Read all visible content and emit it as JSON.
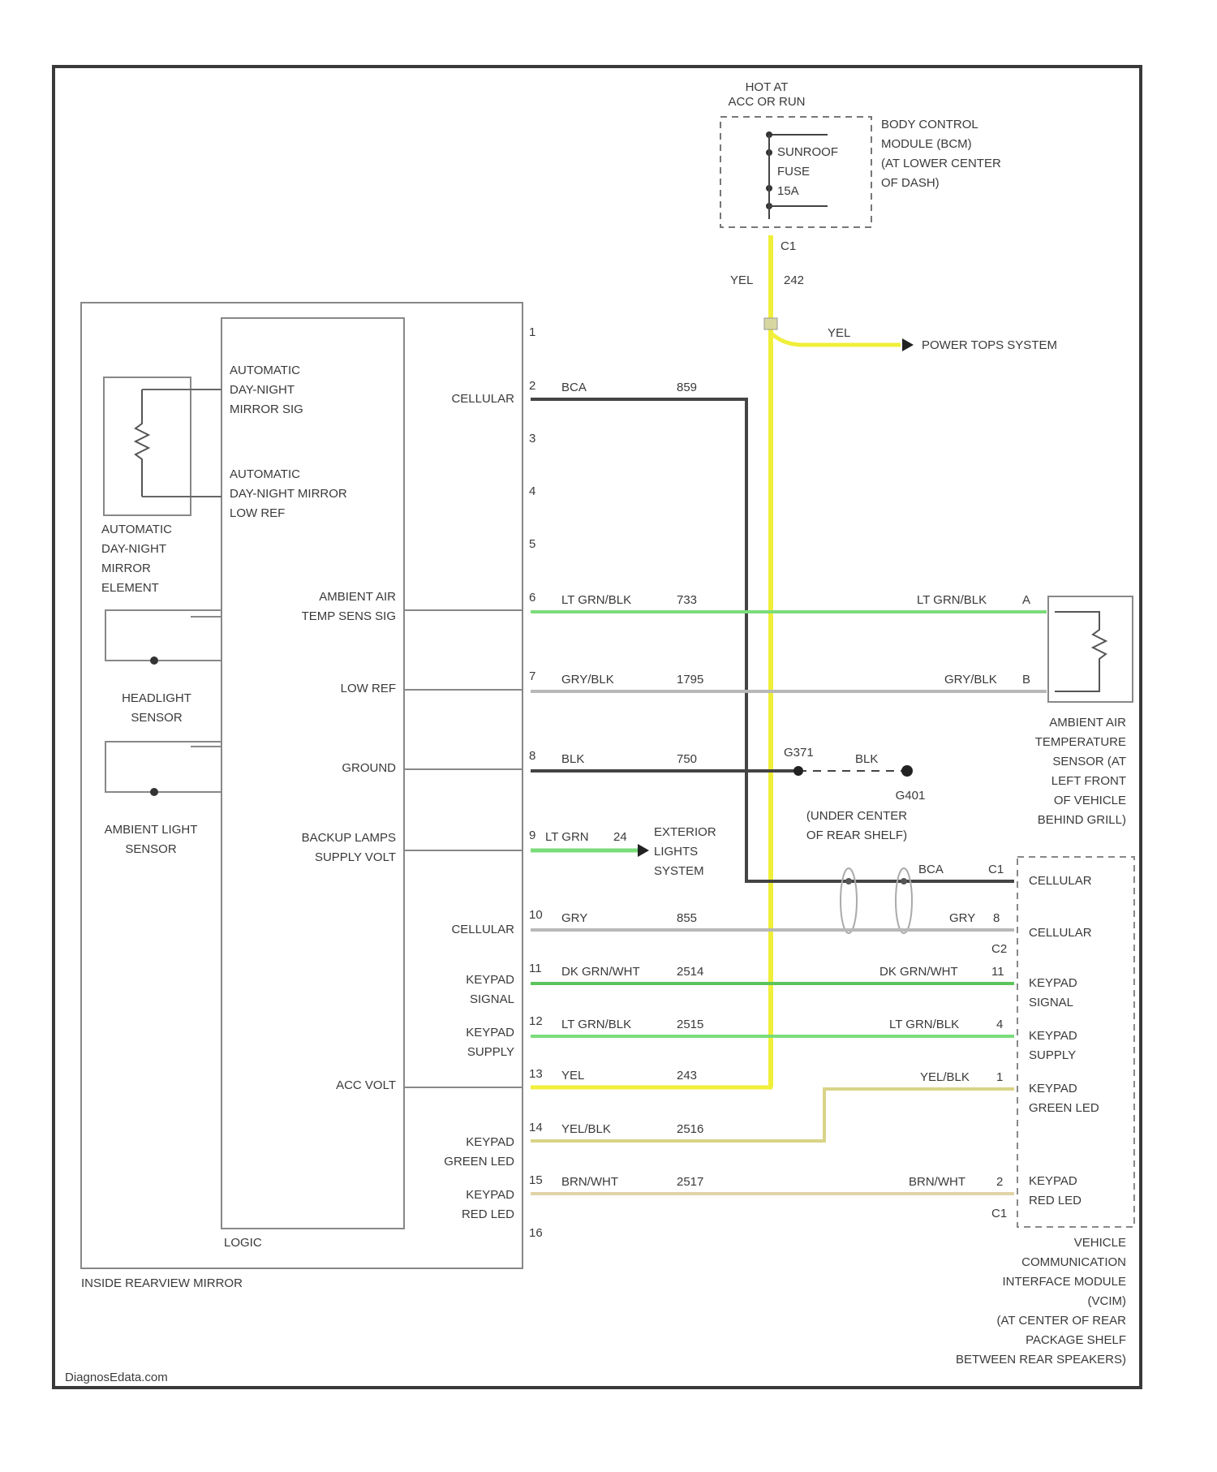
{
  "colors": {
    "frame": "#3a3a3a",
    "box": "#888888",
    "wire_blk": "#444444",
    "wire_gry": "#b8b8b8",
    "wire_yel": "#f0ef3a",
    "wire_grn": "#7bdc7b",
    "wire_dkgrn": "#5cc45c",
    "wire_yelblk": "#d8d488",
    "wire_brnwht": "#e0d4a8"
  },
  "icons": [
    "arrow-connector-icon",
    "ground-icon",
    "resistor-icon",
    "splice-icon"
  ],
  "hot": [
    "HOT AT",
    "ACC OR RUN"
  ],
  "bcm": {
    "label": [
      "BODY CONTROL",
      "MODULE (BCM)",
      "(AT LOWER CENTER",
      "OF DASH)"
    ],
    "fuse": [
      "SUNROOF",
      "FUSE",
      "15A"
    ],
    "pin": "C1",
    "wire": "YEL",
    "circuit": "242"
  },
  "power_tops": {
    "wire": "YEL",
    "label": "POWER TOPS SYSTEM"
  },
  "mirror": {
    "outer_label": "INSIDE REARVIEW MIRROR",
    "logic_label": "LOGIC",
    "element_label": [
      "AUTOMATIC",
      "DAY-NIGHT",
      "MIRROR",
      "ELEMENT"
    ],
    "headlamp_label": [
      "HEADLIGHT",
      "SENSOR"
    ],
    "ambient_label": [
      "AMBIENT LIGHT",
      "SENSOR"
    ],
    "internal_labels": [
      [
        "AUTOMATIC",
        "DAY-NIGHT",
        "MIRROR SIG"
      ],
      [
        "AUTOMATIC",
        "DAY-NIGHT MIRROR",
        "LOW REF"
      ],
      [
        "AMBIENT AIR",
        "TEMP SENS SIG"
      ],
      [
        "LOW REF"
      ],
      [
        "GROUND"
      ],
      [
        "BACKUP LAMPS",
        "SUPPLY VOLT"
      ],
      [
        "ACC VOLT"
      ]
    ]
  },
  "pins": {
    "left": [
      {
        "pin": "1",
        "name": [
          ""
        ]
      },
      {
        "pin": "2",
        "name": [
          "CELLULAR"
        ],
        "wire": "BCA",
        "circuit": "859"
      },
      {
        "pin": "3",
        "name": [
          ""
        ]
      },
      {
        "pin": "4",
        "name": [
          ""
        ]
      },
      {
        "pin": "5",
        "name": [
          ""
        ]
      },
      {
        "pin": "6",
        "name": [
          ""
        ],
        "wire": "LT GRN/BLK",
        "circuit": "733"
      },
      {
        "pin": "7",
        "name": [
          ""
        ],
        "wire": "GRY/BLK",
        "circuit": "1795"
      },
      {
        "pin": "8",
        "name": [
          ""
        ],
        "wire": "BLK",
        "circuit": "750"
      },
      {
        "pin": "9",
        "name": [
          ""
        ],
        "wire": "LT GRN",
        "circuit": "24"
      },
      {
        "pin": "10",
        "name": [
          "CELLULAR"
        ],
        "wire": "GRY",
        "circuit": "855"
      },
      {
        "pin": "11",
        "name": [
          "KEYPAD",
          "SIGNAL"
        ],
        "wire": "DK GRN/WHT",
        "circuit": "2514"
      },
      {
        "pin": "12",
        "name": [
          "KEYPAD",
          "SUPPLY"
        ],
        "wire": "LT GRN/BLK",
        "circuit": "2515"
      },
      {
        "pin": "13",
        "name": [
          ""
        ],
        "wire": "YEL",
        "circuit": "243"
      },
      {
        "pin": "14",
        "name": [
          "KEYPAD",
          "GREEN LED"
        ],
        "wire": "YEL/BLK",
        "circuit": "2516"
      },
      {
        "pin": "15",
        "name": [
          "KEYPAD",
          "RED LED"
        ],
        "wire": "BRN/WHT",
        "circuit": "2517"
      },
      {
        "pin": "16",
        "name": [
          ""
        ]
      }
    ]
  },
  "aat_sensor": {
    "wire_a": "LT GRN/BLK",
    "pin_a": "A",
    "wire_b": "GRY/BLK",
    "pin_b": "B",
    "label": [
      "AMBIENT AIR",
      "TEMPERATURE",
      "SENSOR (AT",
      "LEFT FRONT",
      "OF VEHICLE",
      "BEHIND GRILL)"
    ]
  },
  "ground": {
    "splice": "G371",
    "wire": "BLK",
    "name": "G401",
    "label": [
      "(UNDER CENTER",
      "OF REAR SHELF)"
    ]
  },
  "exterior": {
    "label": [
      "EXTERIOR",
      "LIGHTS",
      "SYSTEM"
    ]
  },
  "vcim": {
    "pins": [
      {
        "wire": "BCA",
        "pin": "C1",
        "name": [
          "CELLULAR"
        ]
      },
      {
        "wire": "GRY",
        "pin": "8",
        "name": [
          "CELLULAR"
        ]
      },
      {
        "wire": "DK GRN/WHT",
        "pin": "11",
        "name": [
          "KEYPAD",
          "SIGNAL"
        ]
      },
      {
        "wire": "LT GRN/BLK",
        "pin": "4",
        "name": [
          "KEYPAD",
          "SUPPLY"
        ]
      },
      {
        "wire": "YEL/BLK",
        "pin": "1",
        "name": [
          "KEYPAD",
          "GREEN LED"
        ]
      },
      {
        "wire": "BRN/WHT",
        "pin": "2",
        "name": [
          "KEYPAD",
          "RED LED"
        ]
      }
    ],
    "connectors": [
      "C2",
      "C1"
    ],
    "label": [
      "VEHICLE",
      "COMMUNICATION",
      "INTERFACE MODULE",
      "(VCIM)",
      "(AT CENTER OF REAR",
      "PACKAGE SHELF",
      "BETWEEN REAR SPEAKERS)"
    ]
  },
  "footer": "DiagnosEdata.com"
}
